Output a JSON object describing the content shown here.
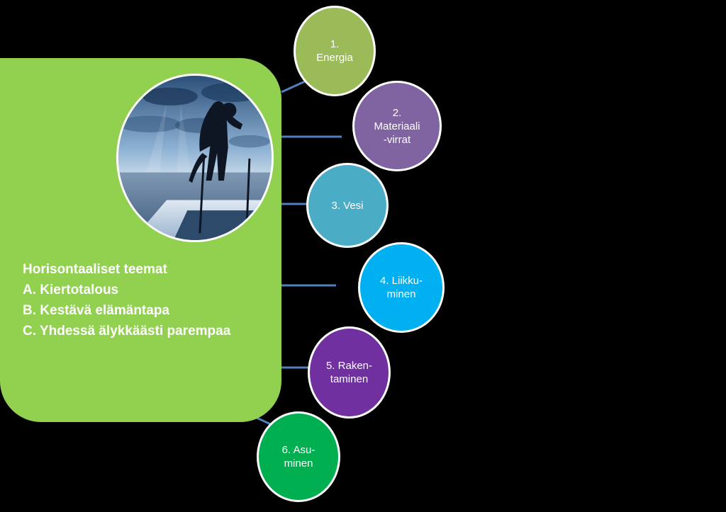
{
  "horizontal_themes": {
    "heading": "Horisontaaliset teemat",
    "items": [
      "A. Kiertotalous",
      "B. Kestävä elämäntapa",
      "C. Yhdessä älykkäästi parempaa"
    ]
  },
  "theme_nodes": [
    {
      "label": "1.\nEnergia",
      "color": "#9BBB59"
    },
    {
      "label": "2.\nMateriaali\n-virrat",
      "color": "#8064A2"
    },
    {
      "label": "3. Vesi",
      "color": "#4BACC6"
    },
    {
      "label": "4. Liikku-\nminen",
      "color": "#00B0F0"
    },
    {
      "label": "5. Raken-\ntaminen",
      "color": "#7030A0"
    },
    {
      "label": "6. Asu-\nminen",
      "color": "#00B050"
    }
  ],
  "colors": {
    "background": "#000000",
    "panel": "#92D050",
    "connector": "#4F81BD",
    "node_border": "#FFFFFF"
  },
  "icons": {
    "photo": "person-climbing-out-of-ice-hole-photo"
  }
}
